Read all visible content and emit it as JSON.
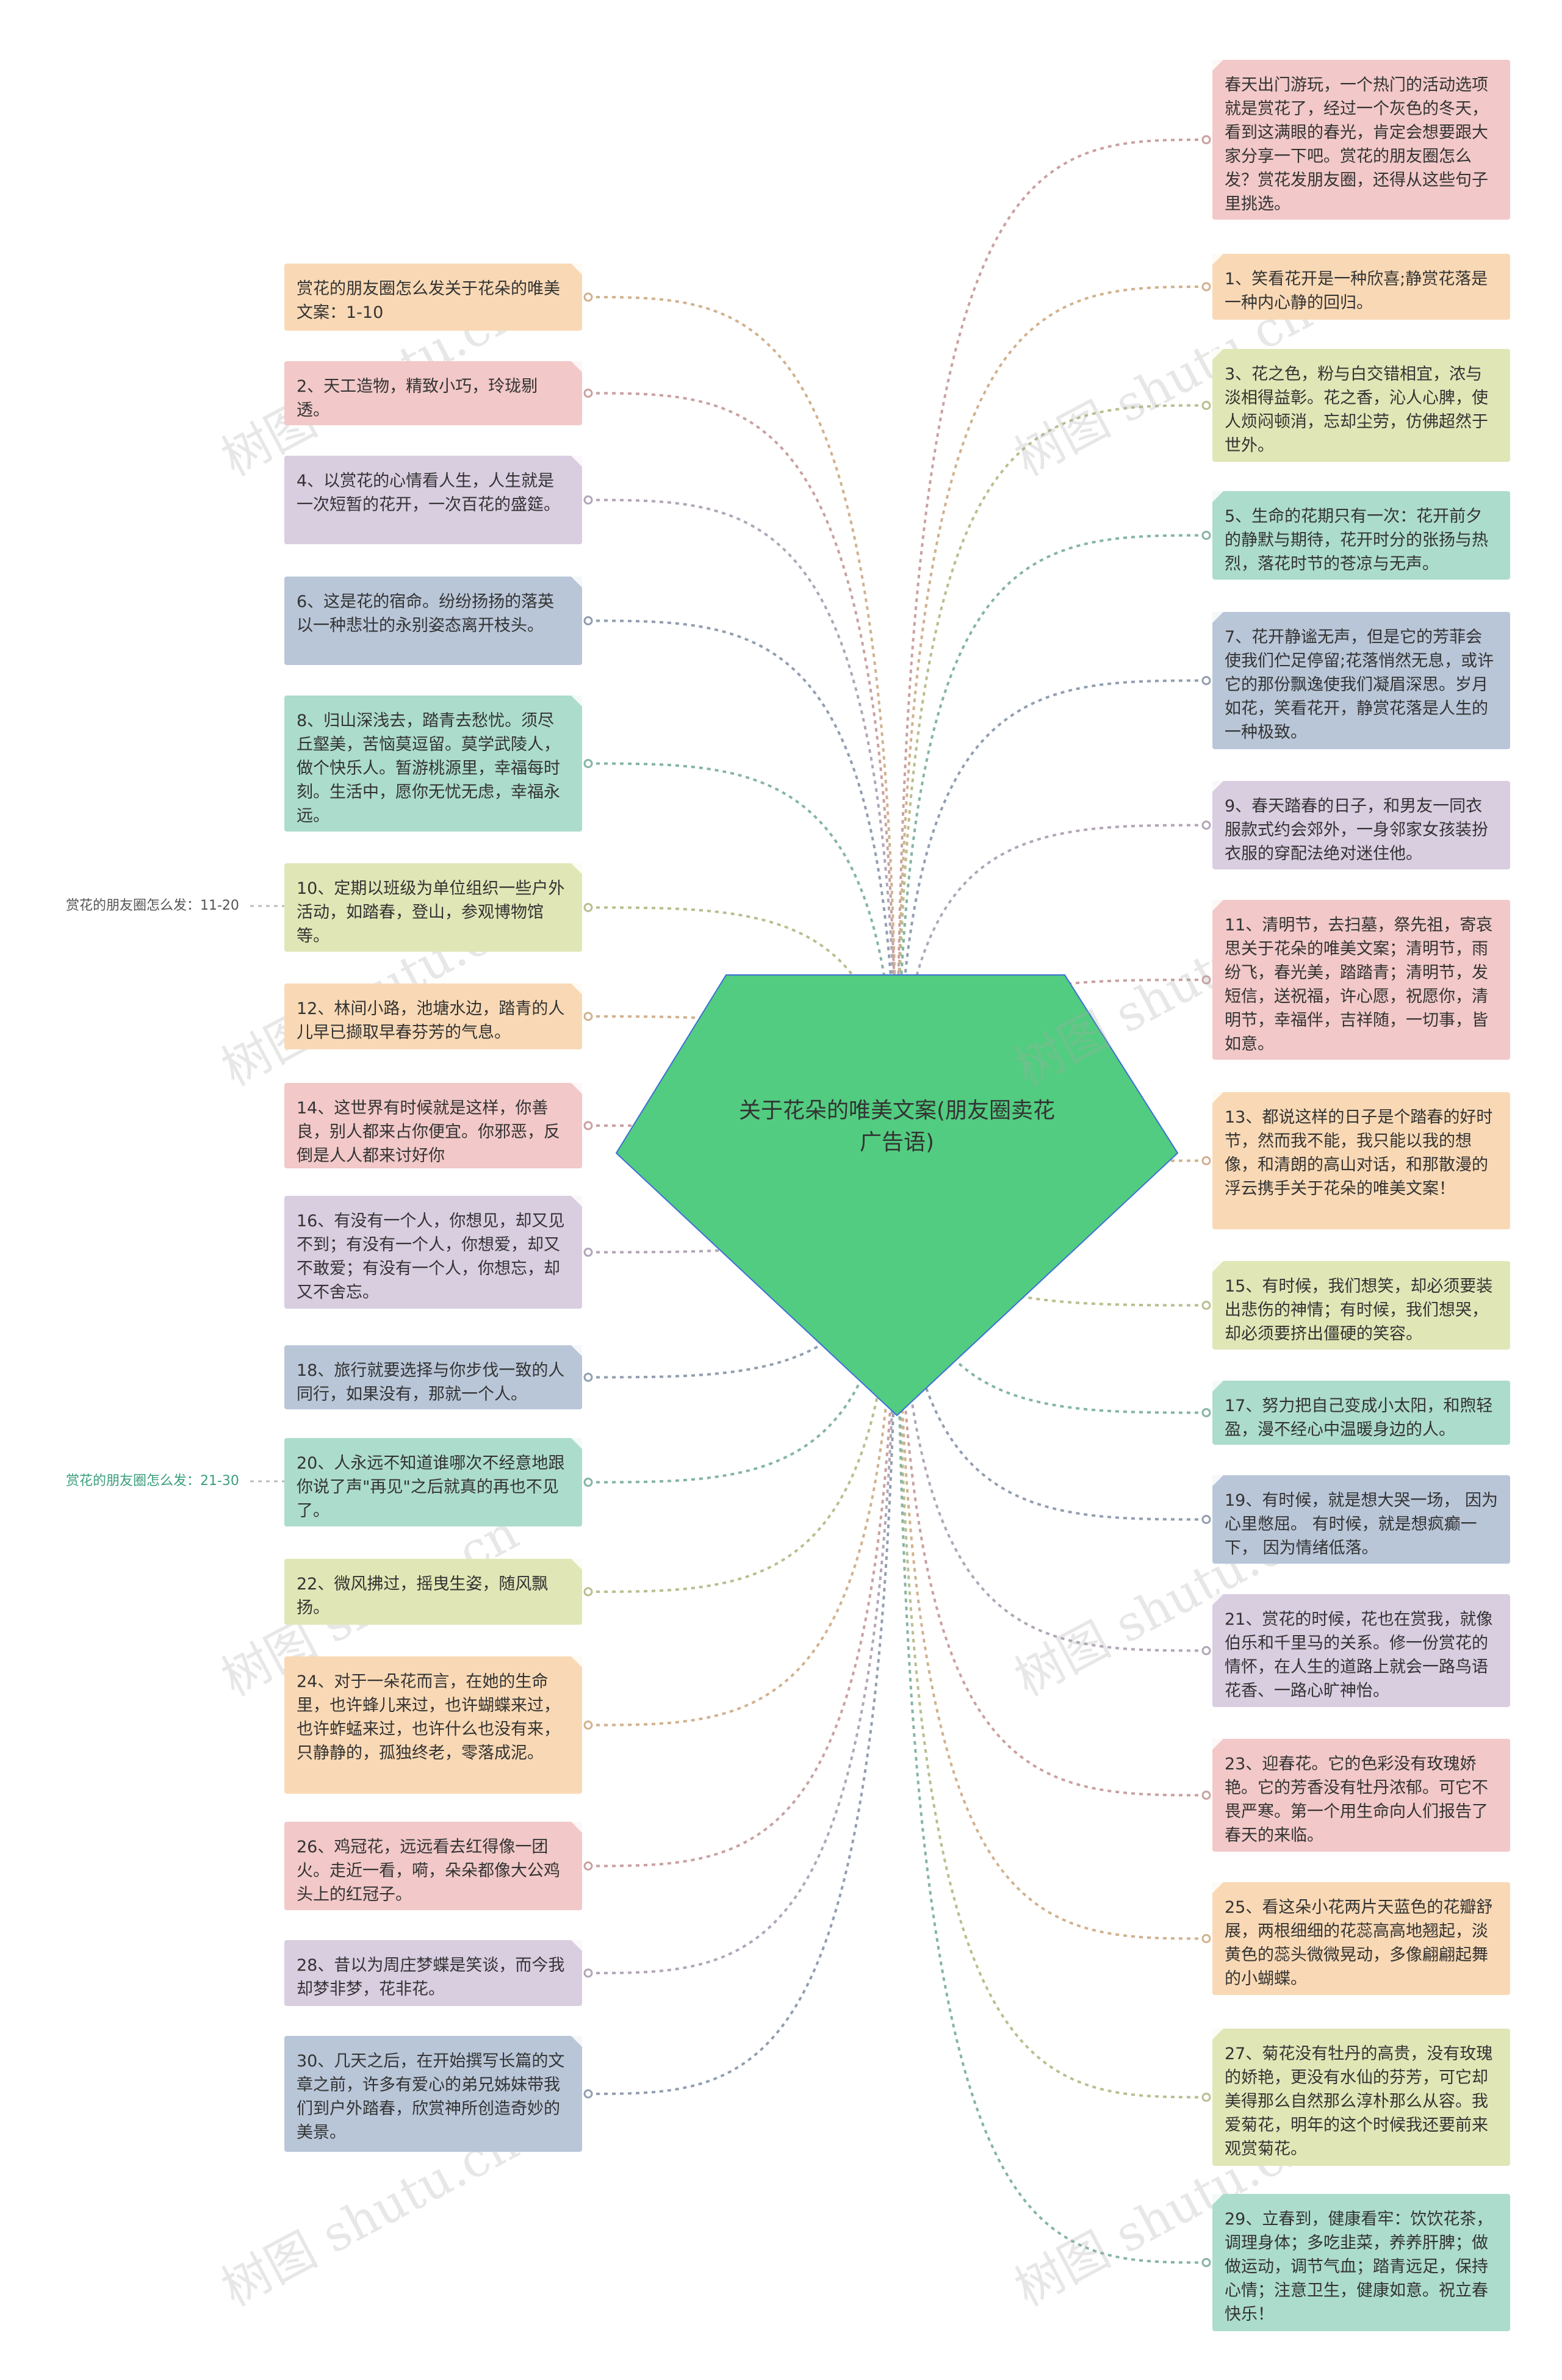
{
  "center": {
    "title": "关于花朵的唯美文案(朋友圈卖花广告语)",
    "color": "#52cc80"
  },
  "colors": {
    "orange": "#f9d9b5",
    "pink": "#f2c8c8",
    "purple": "#d9cde0",
    "blue": "#b9c6d8",
    "teal": "#acdccc",
    "olive": "#e1e6b6"
  },
  "watermark": "树图 shutu.cn",
  "left_nodes": [
    {
      "text": "赏花的朋友圈怎么发关于花朵的唯美文案：1-10",
      "color": "orange"
    },
    {
      "text": "2、天工造物，精致小巧，玲珑剔透。",
      "color": "pink"
    },
    {
      "text": "4、以赏花的心情看人生，人生就是一次短暂的花开，一次百花的盛筵。",
      "color": "purple"
    },
    {
      "text": "6、这是花的宿命。纷纷扬扬的落英以一种悲壮的永别姿态离开枝头。",
      "color": "blue"
    },
    {
      "text": "8、归山深浅去，踏青去愁忧。须尽丘壑美，苦恼莫逗留。莫学武陵人，做个快乐人。暂游桃源里，幸福每时刻。生活中，愿你无忧无虑，幸福永远。",
      "color": "teal"
    },
    {
      "text": "10、定期以班级为单位组织一些户外活动，如踏春，登山，参观博物馆等。",
      "color": "olive"
    },
    {
      "text": "12、林间小路，池塘水边，踏青的人儿早已撷取早春芬芳的气息。",
      "color": "orange"
    },
    {
      "text": "14、这世界有时候就是这样，你善良，别人都来占你便宜。你邪恶，反倒是人人都来讨好你",
      "color": "pink"
    },
    {
      "text": "16、有没有一个人，你想见，却又见不到；有没有一个人，你想爱，却又不敢爱；有没有一个人，你想忘，却又不舍忘。",
      "color": "purple"
    },
    {
      "text": "18、旅行就要选择与你步伐一致的人同行，如果没有，那就一个人。",
      "color": "blue"
    },
    {
      "text": "20、人永远不知道谁哪次不经意地跟你说了声\"再见\"之后就真的再也不见了。",
      "color": "teal"
    },
    {
      "text": "22、微风拂过，摇曳生姿，随风飘扬。",
      "color": "olive"
    },
    {
      "text": "24、对于一朵花而言，在她的生命里，也许蜂儿来过，也许蝴蝶来过，也许蚱蜢来过，也许什么也没有来，只静静的，孤独终老，零落成泥。",
      "color": "orange"
    },
    {
      "text": "26、鸡冠花，远远看去红得像一团火。走近一看，嗬，朵朵都像大公鸡头上的红冠子。",
      "color": "pink"
    },
    {
      "text": "28、昔以为周庄梦蝶是笑谈，而今我却梦非梦，花非花。",
      "color": "purple"
    },
    {
      "text": "30、几天之后，在开始撰写长篇的文章之前，许多有爱心的弟兄姊妹带我们到户外踏春，欣赏神所创造奇妙的美景。",
      "color": "blue"
    }
  ],
  "right_nodes": [
    {
      "text": "春天出门游玩，一个热门的活动选项就是赏花了，经过一个灰色的冬天，看到这满眼的春光，肯定会想要跟大家分享一下吧。赏花的朋友圈怎么发？赏花发朋友圈，还得从这些句子里挑选。",
      "color": "pink"
    },
    {
      "text": "1、笑看花开是一种欣喜;静赏花落是一种内心静的回归。",
      "color": "orange"
    },
    {
      "text": "3、花之色，粉与白交错相宜，浓与淡相得益彰。花之香，沁人心脾，使人烦闷顿消，忘却尘劳，仿佛超然于世外。",
      "color": "olive"
    },
    {
      "text": "5、生命的花期只有一次：花开前夕的静默与期待，花开时分的张扬与热烈，落花时节的苍凉与无声。",
      "color": "teal"
    },
    {
      "text": "7、花开静谧无声，但是它的芳菲会使我们伫足停留;花落悄然无息，或许它的那份飘逸使我们凝眉深思。岁月如花，笑看花开，静赏花落是人生的一种极致。",
      "color": "blue"
    },
    {
      "text": "9、春天踏春的日子，和男友一同衣服款式约会郊外，一身邻家女孩装扮衣服的穿配法绝对迷住他。",
      "color": "purple"
    },
    {
      "text": "11、清明节，去扫墓，祭先祖，寄哀思关于花朵的唯美文案；清明节，雨纷飞，春光美，踏踏青；清明节，发短信，送祝福，许心愿，祝愿你，清明节，幸福伴，吉祥随，一切事，皆如意。",
      "color": "pink"
    },
    {
      "text": "13、都说这样的日子是个踏春的好时节，然而我不能，我只能以我的想像，和清朗的高山对话，和那散漫的浮云携手关于花朵的唯美文案！",
      "color": "orange"
    },
    {
      "text": "15、有时候，我们想笑，却必须要装出悲伤的神情；有时候，我们想哭，却必须要挤出僵硬的笑容。",
      "color": "olive"
    },
    {
      "text": "17、努力把自己变成小太阳，和煦轻盈，漫不经心中温暖身边的人。",
      "color": "teal"
    },
    {
      "text": "19、有时候，就是想大哭一场， 因为心里憋屈。 有时候，就是想疯癫一下， 因为情绪低落。",
      "color": "blue"
    },
    {
      "text": "21、赏花的时候，花也在赏我，就像伯乐和千里马的关系。修一份赏花的情怀，在人生的道路上就会一路鸟语花香、一路心旷神怡。",
      "color": "purple"
    },
    {
      "text": "23、迎春花。它的色彩没有玫瑰娇艳。它的芳香没有牡丹浓郁。可它不畏严寒。第一个用生命向人们报告了春天的来临。",
      "color": "pink"
    },
    {
      "text": "25、看这朵小花两片天蓝色的花瓣舒展，两根细细的花蕊高高地翘起，淡黄色的蕊头微微晃动，多像翩翩起舞的小蝴蝶。",
      "color": "orange"
    },
    {
      "text": "27、菊花没有牡丹的高贵，没有玫瑰的娇艳，更没有水仙的芬芳，可它却美得那么自然那么淳朴那么从容。我爱菊花，明年的这个时候我还要前来观赏菊花。",
      "color": "olive"
    },
    {
      "text": "29、立春到，健康看牢：饮饮花茶，调理身体；多吃韭菜，养养肝脾；做做运动，调节气血；踏青远足，保持心情；注意卫生，健康如意。祝立春快乐！",
      "color": "teal"
    }
  ],
  "side_labels": [
    {
      "text": "赏花的朋友圈怎么发：11-20",
      "color": "#555555"
    },
    {
      "text": "赏花的朋友圈怎么发：21-30",
      "color": "#3a9e7c"
    }
  ]
}
